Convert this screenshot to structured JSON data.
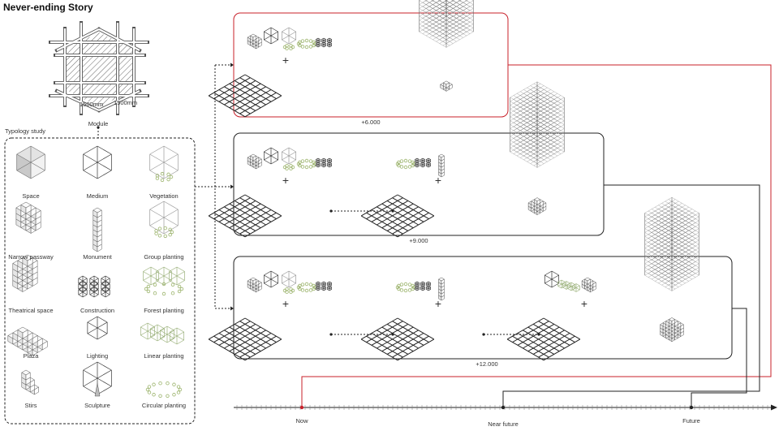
{
  "title": "Never-ending Story",
  "module": {
    "label": "Module",
    "dim_a": "1500mm",
    "dim_b": "1500mm"
  },
  "typology": {
    "title": "Typology study",
    "items": [
      {
        "label": "Space",
        "icon": "solid-cube-icon"
      },
      {
        "label": "Medium",
        "icon": "wire-cube-icon"
      },
      {
        "label": "Vegetation",
        "icon": "vegetation-cube-icon"
      },
      {
        "label": "Narrow passway",
        "icon": "cube-cluster-icon"
      },
      {
        "label": "Monument",
        "icon": "column-tower-icon"
      },
      {
        "label": "Group planting",
        "icon": "group-planting-icon"
      },
      {
        "label": "Theatrical space",
        "icon": "cube-block-icon"
      },
      {
        "label": "Construction",
        "icon": "construction-grid-icon"
      },
      {
        "label": "Forest planting",
        "icon": "forest-planting-icon"
      },
      {
        "label": "Plaza",
        "icon": "flat-tiles-icon"
      },
      {
        "label": "Lighting",
        "icon": "lighting-cube-icon"
      },
      {
        "label": "Linear planting",
        "icon": "linear-planting-icon"
      },
      {
        "label": "Stirs",
        "icon": "stairs-icon"
      },
      {
        "label": "Sculpture",
        "icon": "sculpture-cube-icon"
      },
      {
        "label": "Circular planting",
        "icon": "circular-planting-icon"
      }
    ]
  },
  "stages": [
    {
      "label": "+6.000",
      "plus": "+",
      "border": "#c8202a"
    },
    {
      "label": "+9.000",
      "plus": "+",
      "border": "#222222"
    },
    {
      "label": "+12.000",
      "plus": "+",
      "border": "#222222"
    }
  ],
  "timeline": {
    "markers": [
      "Now",
      "Near future",
      "Future"
    ]
  },
  "colors": {
    "accent": "#c8202a",
    "line": "#222222",
    "plant": "#9bb36b"
  }
}
